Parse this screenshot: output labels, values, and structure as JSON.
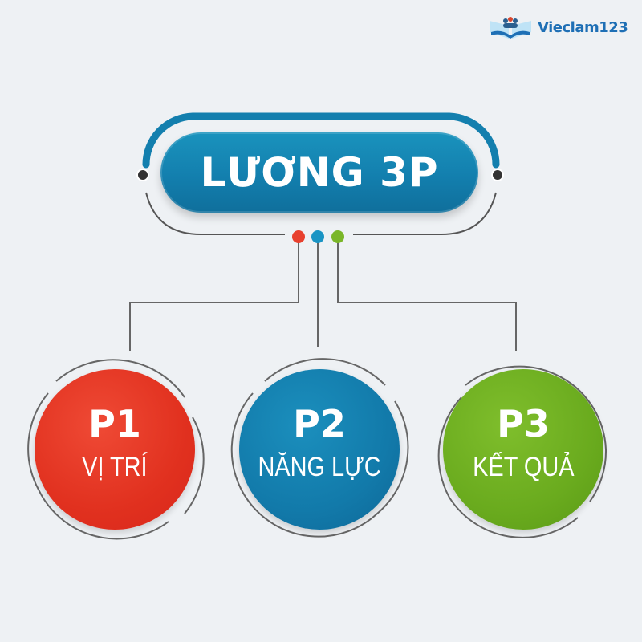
{
  "brand": {
    "logo_text": "Vieclam123",
    "logo_icon": "open-book-people-icon",
    "color": "#1e6fb5"
  },
  "header": {
    "title": "LƯƠNG 3P",
    "color": "#137fae"
  },
  "connector_dots": [
    {
      "name": "red-dot",
      "color": "#e8402e"
    },
    {
      "name": "blue-dot",
      "color": "#1a94c4"
    },
    {
      "name": "green-dot",
      "color": "#7ab628"
    }
  ],
  "nodes": [
    {
      "code": "P1",
      "label": "VỊ TRÍ",
      "color": "#e1311f"
    },
    {
      "code": "P2",
      "label": "NĂNG LỰC",
      "color": "#127aaa"
    },
    {
      "code": "P3",
      "label": "KẾT QUẢ",
      "color": "#6aab1e"
    }
  ]
}
